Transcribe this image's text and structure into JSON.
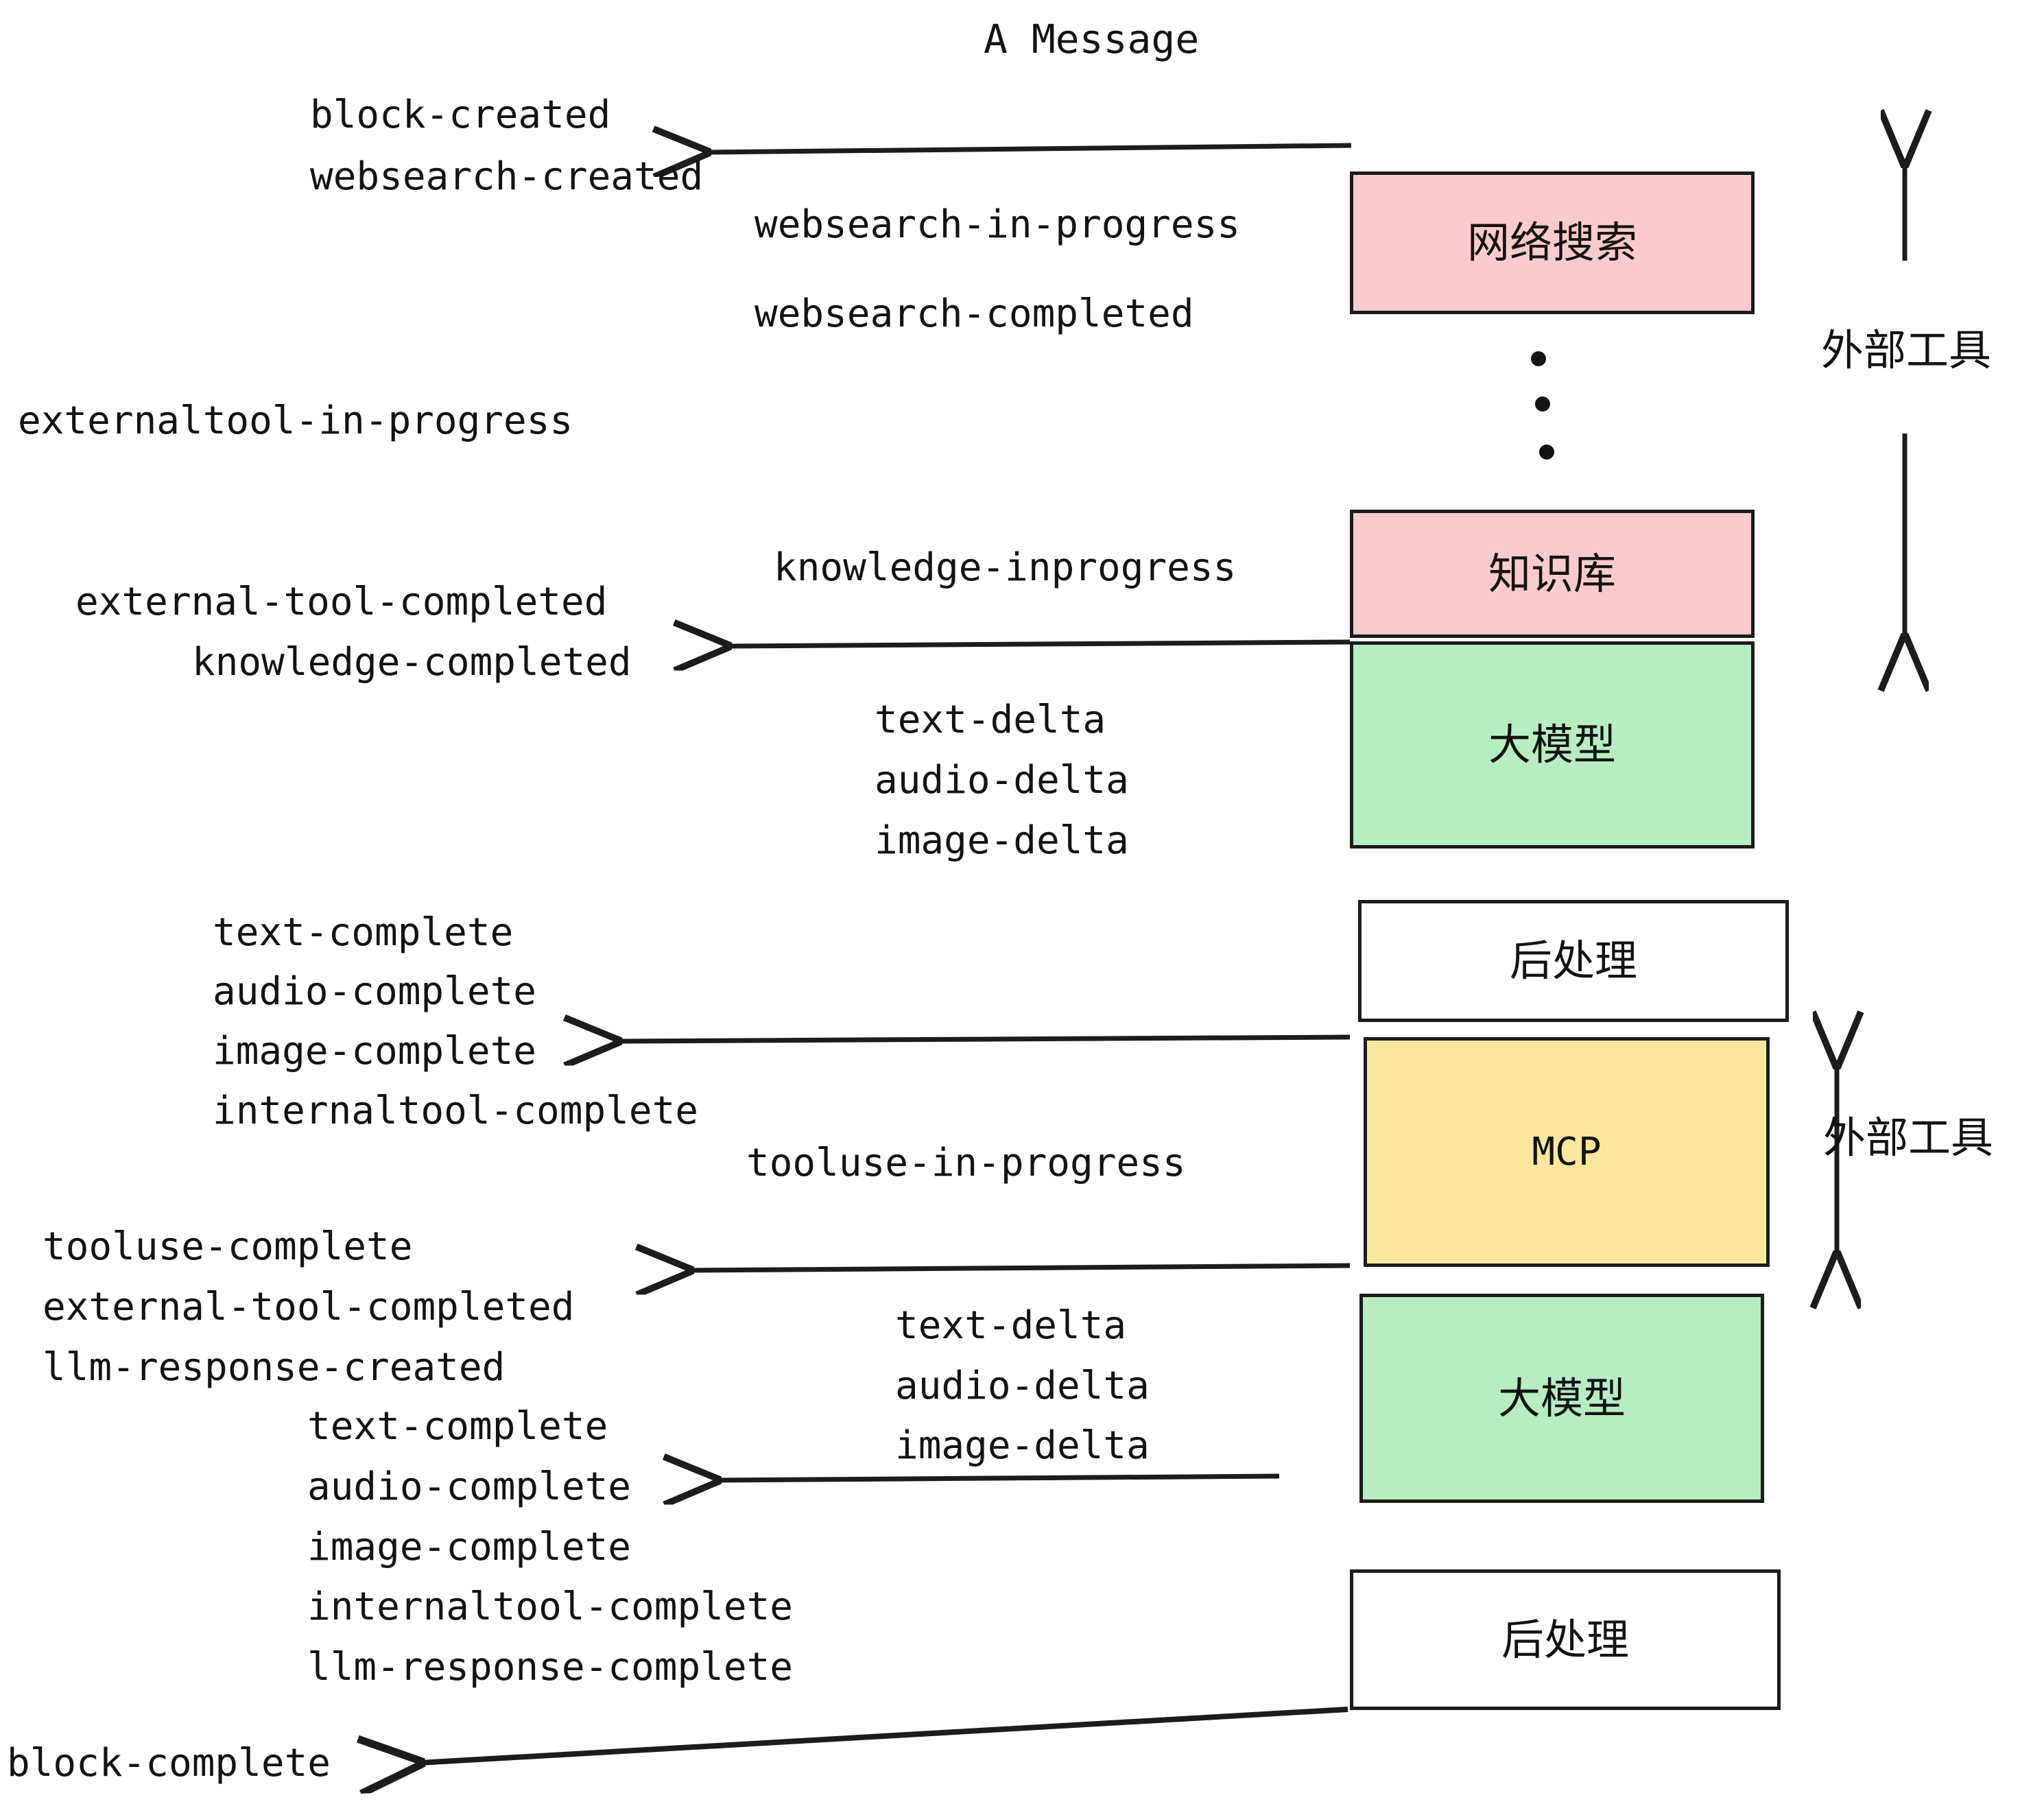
{
  "diagram": {
    "title": "A Message",
    "colors": {
      "pink": "#FBCBCB",
      "green": "#B6EEC1",
      "yellow": "#FCE79E",
      "white": "#FFFFFF",
      "stroke": "#1C1C1C",
      "text": "#131313"
    },
    "nodes": [
      {
        "id": "websearch",
        "label": "网络搜索",
        "fill": "#FBCBCB"
      },
      {
        "id": "knowledge",
        "label": "知识库",
        "fill": "#FBCBCB"
      },
      {
        "id": "llm-1",
        "label": "大模型",
        "fill": "#B6EEC1"
      },
      {
        "id": "postprocess-1",
        "label": "后处理",
        "fill": "#FFFFFF"
      },
      {
        "id": "mcp",
        "label": "MCP",
        "fill": "#FCE79E"
      },
      {
        "id": "llm-2",
        "label": "大模型",
        "fill": "#B6EEC1"
      },
      {
        "id": "postprocess-2",
        "label": "后处理",
        "fill": "#FFFFFF"
      }
    ],
    "group_labels": [
      {
        "id": "external-tool-top",
        "label": "外部工具"
      },
      {
        "id": "external-tool-bottom",
        "label": "外部工具"
      }
    ],
    "events": [
      {
        "id": "block-created",
        "text": "block-created"
      },
      {
        "id": "websearch-created",
        "text": "websearch-created"
      },
      {
        "id": "websearch-in-progress",
        "text": "websearch-in-progress"
      },
      {
        "id": "websearch-completed",
        "text": "websearch-completed"
      },
      {
        "id": "externaltool-in-progress",
        "text": "externaltool-in-progress"
      },
      {
        "id": "knowledge-inprogress",
        "text": "knowledge-inprogress"
      },
      {
        "id": "external-tool-completed-1",
        "text": "external-tool-completed"
      },
      {
        "id": "knowledge-completed",
        "text": "knowledge-completed"
      },
      {
        "id": "text-delta-1",
        "text": "text-delta"
      },
      {
        "id": "audio-delta-1",
        "text": "audio-delta"
      },
      {
        "id": "image-delta-1",
        "text": "image-delta"
      },
      {
        "id": "text-complete-1",
        "text": "text-complete"
      },
      {
        "id": "audio-complete-1",
        "text": "audio-complete"
      },
      {
        "id": "image-complete-1",
        "text": "image-complete"
      },
      {
        "id": "internaltool-complete-1",
        "text": "internaltool-complete"
      },
      {
        "id": "tooluse-in-progress",
        "text": "tooluse-in-progress"
      },
      {
        "id": "tooluse-complete",
        "text": "tooluse-complete"
      },
      {
        "id": "external-tool-completed-2",
        "text": "external-tool-completed"
      },
      {
        "id": "llm-response-created",
        "text": "llm-response-created"
      },
      {
        "id": "text-delta-2",
        "text": "text-delta"
      },
      {
        "id": "audio-delta-2",
        "text": "audio-delta"
      },
      {
        "id": "image-delta-2",
        "text": "image-delta"
      },
      {
        "id": "text-complete-2",
        "text": "text-complete"
      },
      {
        "id": "audio-complete-2",
        "text": "audio-complete"
      },
      {
        "id": "image-complete-2",
        "text": "image-complete"
      },
      {
        "id": "internaltool-complete-2",
        "text": "internaltool-complete"
      },
      {
        "id": "llm-response-complete",
        "text": "llm-response-complete"
      },
      {
        "id": "block-complete",
        "text": "block-complete"
      }
    ]
  }
}
